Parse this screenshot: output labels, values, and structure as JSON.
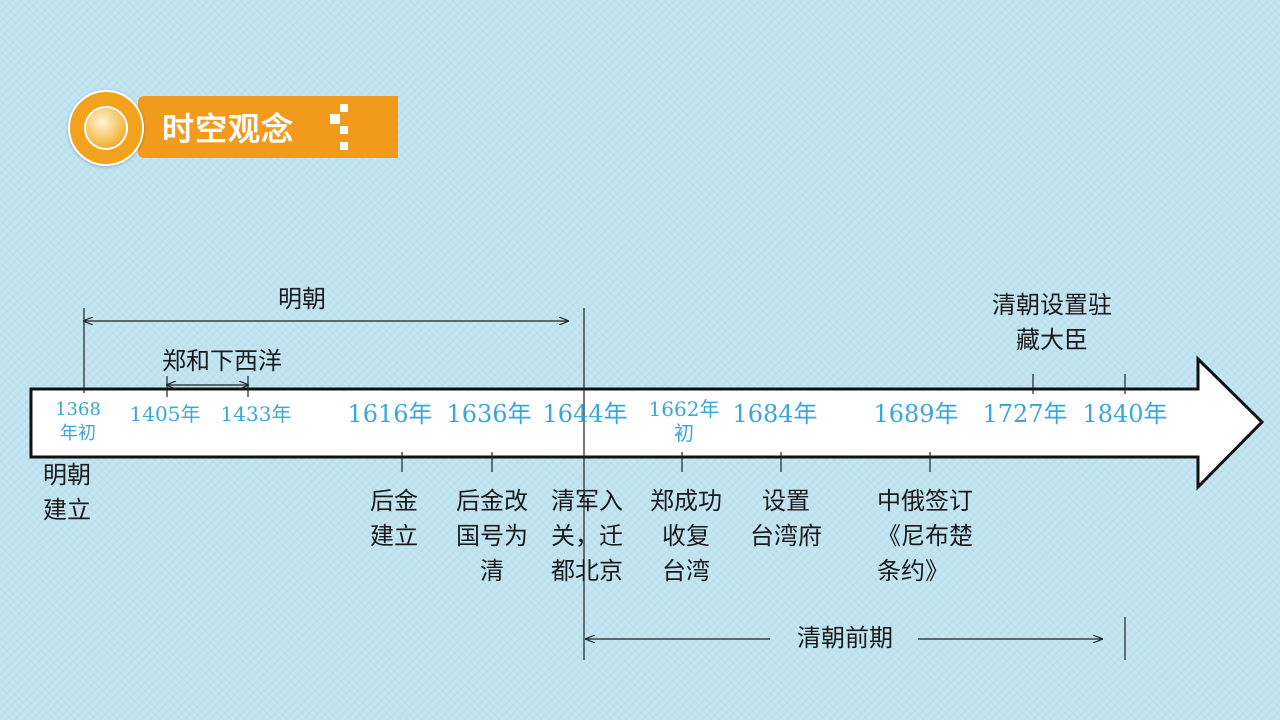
{
  "header": {
    "title": "时空观念"
  },
  "timeline": {
    "spans": {
      "ming": "明朝",
      "zhenghe": "郑和下西洋",
      "qing_early": "清朝前期"
    },
    "years": [
      {
        "id": "y1368",
        "line1": "1368",
        "line2": "年初"
      },
      {
        "id": "y1405",
        "text": "1405年"
      },
      {
        "id": "y1433",
        "text": "1433年"
      },
      {
        "id": "y1616",
        "text": "1616年"
      },
      {
        "id": "y1636",
        "text": "1636年"
      },
      {
        "id": "y1644",
        "text": "1644年"
      },
      {
        "id": "y1662",
        "line1": "1662年",
        "line2": "初"
      },
      {
        "id": "y1684",
        "text": "1684年"
      },
      {
        "id": "y1689",
        "text": "1689年"
      },
      {
        "id": "y1727",
        "text": "1727年"
      },
      {
        "id": "y1840",
        "text": "1840年"
      }
    ],
    "events": {
      "ming_founded": [
        "明朝",
        "建立"
      ],
      "later_jin": [
        "后金",
        "建立"
      ],
      "renamed_qing": [
        "后金改",
        "国号为",
        "清"
      ],
      "qing_enter": [
        "清军入",
        "关，迁",
        "都北京"
      ],
      "taiwan": [
        "郑成功",
        "收复",
        "台湾"
      ],
      "taiwan_prefecture": [
        "设置",
        "台湾府"
      ],
      "nerchinsk": [
        "中俄签订",
        "《尼布楚",
        "条约》"
      ],
      "tibet": [
        "清朝设置驻",
        "藏大臣"
      ]
    }
  }
}
